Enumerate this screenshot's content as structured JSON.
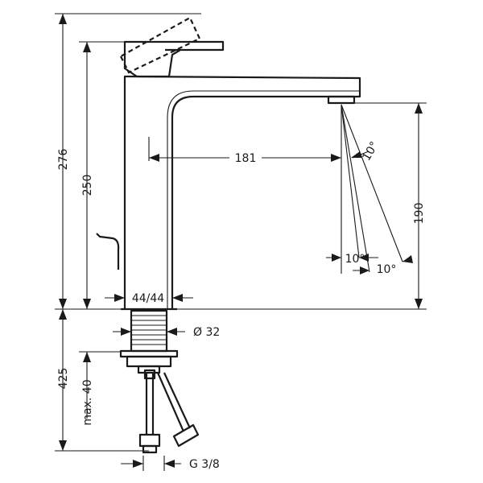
{
  "dimensions": {
    "total_height": "276",
    "lever_height": "250",
    "spout_reach": "181",
    "spout_height": "190",
    "spray_angle_top": "10°",
    "spray_angle_left": "10°",
    "spray_angle_right": "10°",
    "base_size": "44/44",
    "shank_diameter": "Ø 32",
    "supply_length": "425",
    "max_deck": "max. 40",
    "thread": "G 3/8"
  }
}
